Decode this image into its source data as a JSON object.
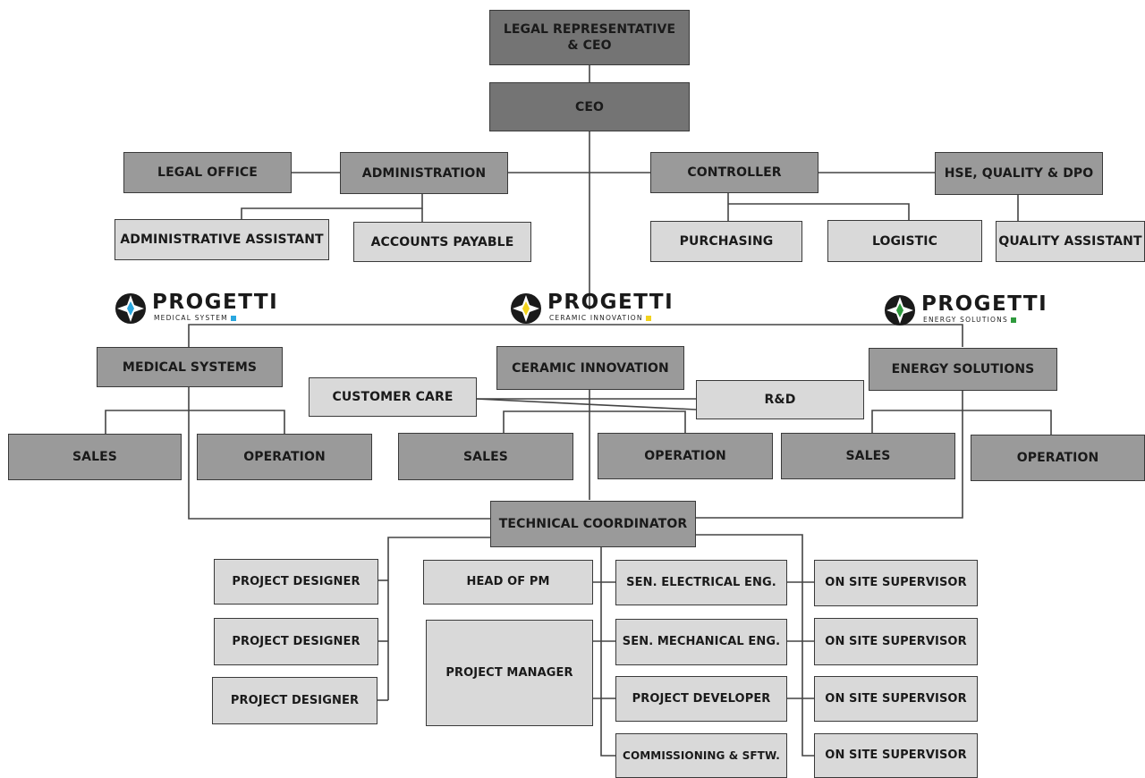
{
  "management": {
    "legal_rep": "LEGAL REPRESENTATIVE\n& CEO",
    "ceo": "CEO",
    "legal_office": "LEGAL OFFICE",
    "administration": "ADMINISTRATION",
    "controller": "CONTROLLER",
    "hse": "HSE, QUALITY & DPO",
    "admin_assistant": "ADMINISTRATIVE ASSISTANT",
    "accounts_payable": "ACCOUNTS PAYABLE",
    "purchasing": "PURCHASING",
    "logistic": "LOGISTIC",
    "quality_assistant": "QUALITY ASSISTANT"
  },
  "brands": [
    {
      "name": "PROGETTI",
      "subtitle": "MEDICAL SYSTEM",
      "color": "#2aa7df"
    },
    {
      "name": "PROGETTI",
      "subtitle": "CERAMIC INNOVATION",
      "color": "#f2d21c"
    },
    {
      "name": "PROGETTI",
      "subtitle": "ENERGY SOLUTIONS",
      "color": "#2f9a3d"
    }
  ],
  "divisions": {
    "medical": "MEDICAL SYSTEMS",
    "ceramic": "CERAMIC INNOVATION",
    "energy": "ENERGY SOLUTIONS",
    "customer_care": "CUSTOMER CARE",
    "rnd": "R&D",
    "sales": "SALES",
    "operation": "OPERATION"
  },
  "technical": {
    "coordinator": "TECHNICAL COORDINATOR",
    "project_designer": "PROJECT DESIGNER",
    "head_pm": "HEAD OF PM",
    "project_manager": "PROJECT MANAGER",
    "sen_electrical": "SEN. ELECTRICAL ENG.",
    "sen_mechanical": "SEN. MECHANICAL ENG.",
    "project_developer": "PROJECT DEVELOPER",
    "commissioning": "COMMISSIONING & SFTW.",
    "on_site_supervisor": "ON SITE SUPERVISOR"
  },
  "colors": {
    "top_level": "#747474",
    "mid_level": "#9a9a9a",
    "low_level": "#d9d9d9",
    "lines": "#444444"
  }
}
